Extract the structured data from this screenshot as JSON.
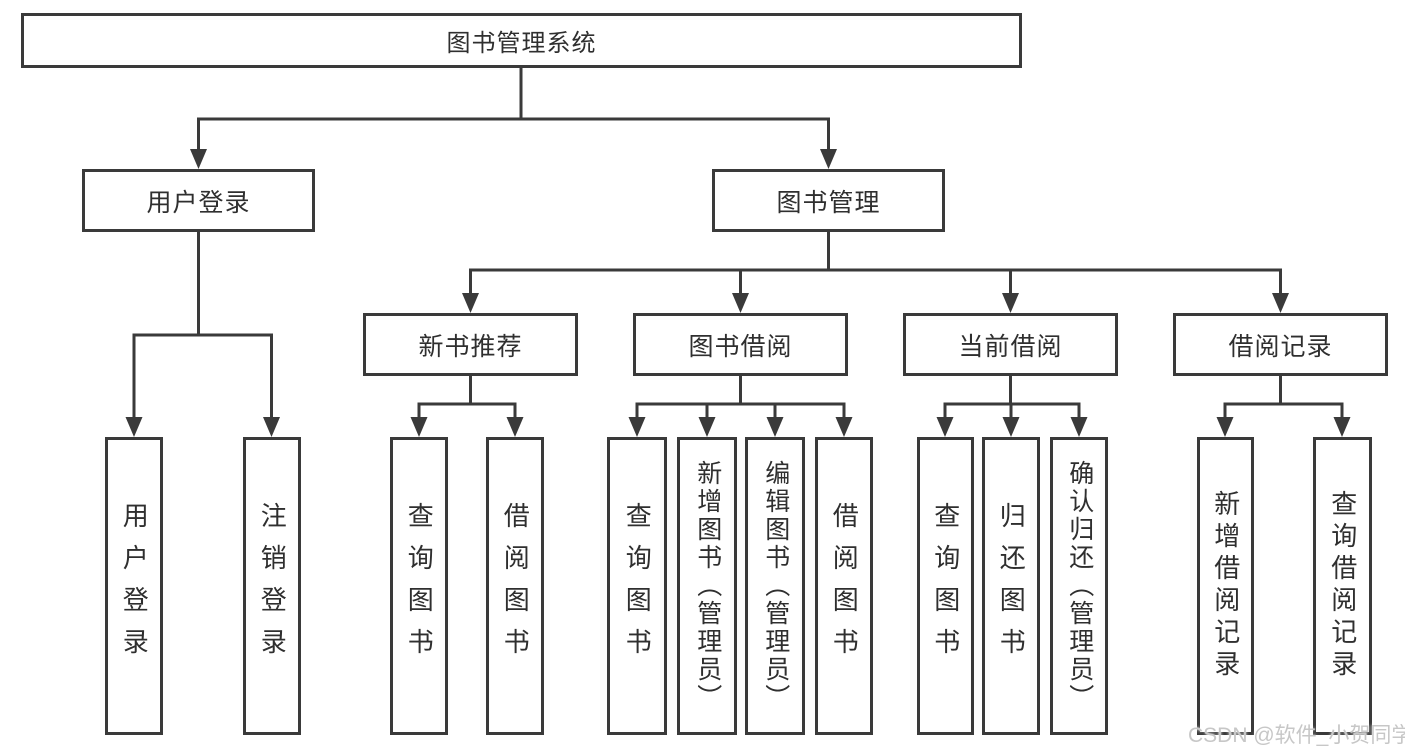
{
  "tree": {
    "root": {
      "label": "图书管理系统"
    },
    "user_login": {
      "label": "用户登录",
      "children": [
        {
          "label": "用户登录"
        },
        {
          "label": "注销登录"
        }
      ]
    },
    "book_management": {
      "label": "图书管理",
      "sections": [
        {
          "label": "新书推荐",
          "children": [
            {
              "label": "查询图书"
            },
            {
              "label": "借阅图书"
            }
          ]
        },
        {
          "label": "图书借阅",
          "children": [
            {
              "label": "查询图书"
            },
            {
              "label": "新增图书（管理员）"
            },
            {
              "label": "编辑图书（管理员）"
            },
            {
              "label": "借阅图书"
            }
          ]
        },
        {
          "label": "当前借阅",
          "children": [
            {
              "label": "查询图书"
            },
            {
              "label": "归还图书"
            },
            {
              "label": "确认归还（管理员）"
            }
          ]
        },
        {
          "label": "借阅记录",
          "children": [
            {
              "label": "新增借阅记录"
            },
            {
              "label": "查询借阅记录"
            }
          ]
        }
      ]
    }
  },
  "watermark": {
    "text": "CSDN @软件_小贺同学"
  },
  "colors": {
    "line": "#3a3a3a",
    "text": "#2f2f2f",
    "watermark": "#c7c7c7",
    "background": "#ffffff"
  }
}
